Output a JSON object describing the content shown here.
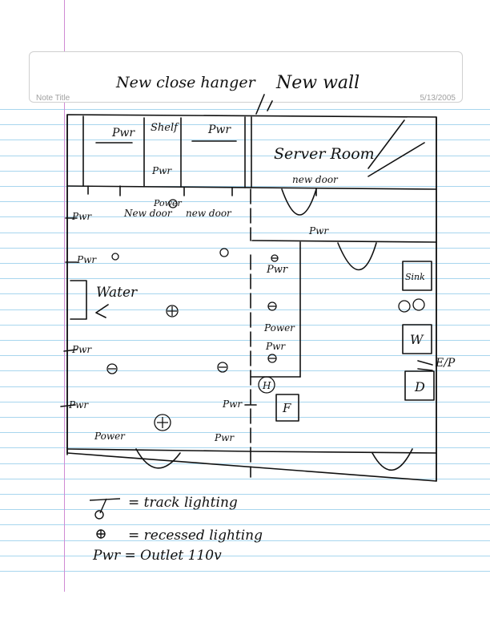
{
  "note": {
    "title_label": "Note Title",
    "date": "5/13/2005"
  },
  "sketch": {
    "annotations": {
      "close_hanger": "New close hanger",
      "new_wall": "New wall",
      "server_room": "Server Room",
      "new_door_server": "new door",
      "pwr": "Pwr",
      "power": "Power",
      "shelf": "Shelf",
      "new_door_1": "New door",
      "new_door_2": "new door",
      "water": "Water",
      "sink": "Sink",
      "w": "W",
      "d": "D",
      "e_p": "E/P",
      "h": "H",
      "f": "F"
    },
    "legend": [
      {
        "symbol": "track-lighting-symbol",
        "text": "= track lighting"
      },
      {
        "symbol": "recessed-lighting-symbol",
        "text": "= recessed lighting"
      },
      {
        "symbol": "pwr",
        "text": "Pwr = Outlet 110v"
      }
    ]
  }
}
